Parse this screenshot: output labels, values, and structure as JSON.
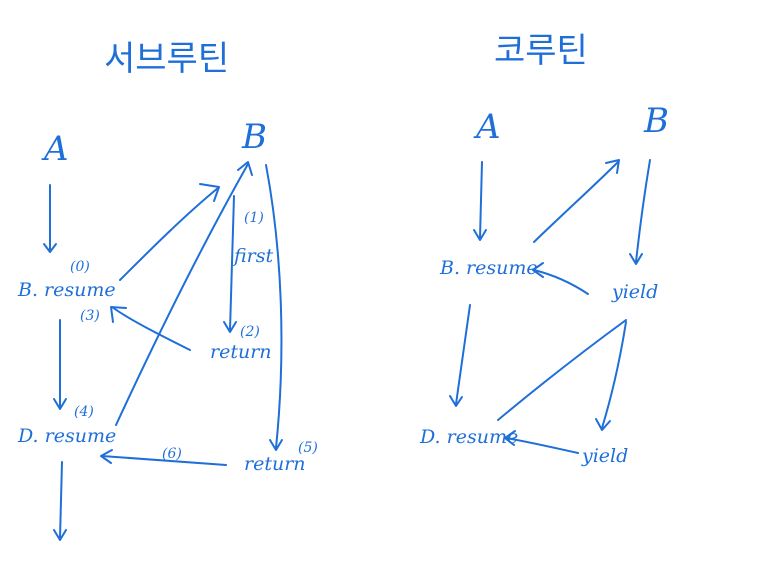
{
  "subroutine": {
    "title": "서브루틴",
    "node_a": "A",
    "node_b": "B",
    "call_1": "B. resume",
    "call_2": "D. resume",
    "step_0": "(0)",
    "step_1": "(1)",
    "step_2": "(2)",
    "step_3": "(3)",
    "step_4": "(4)",
    "step_5": "(5)",
    "step_6": "(6)",
    "first": "first",
    "return_1": "return",
    "return_2": "return"
  },
  "coroutine": {
    "title": "코루틴",
    "node_a": "A",
    "node_b": "B",
    "call_1": "B. resume",
    "call_2": "D. resume",
    "yield_1": "yield",
    "yield_2": "yield"
  },
  "colors": {
    "ink": "#1f6fd8",
    "background": "#ffffff"
  }
}
